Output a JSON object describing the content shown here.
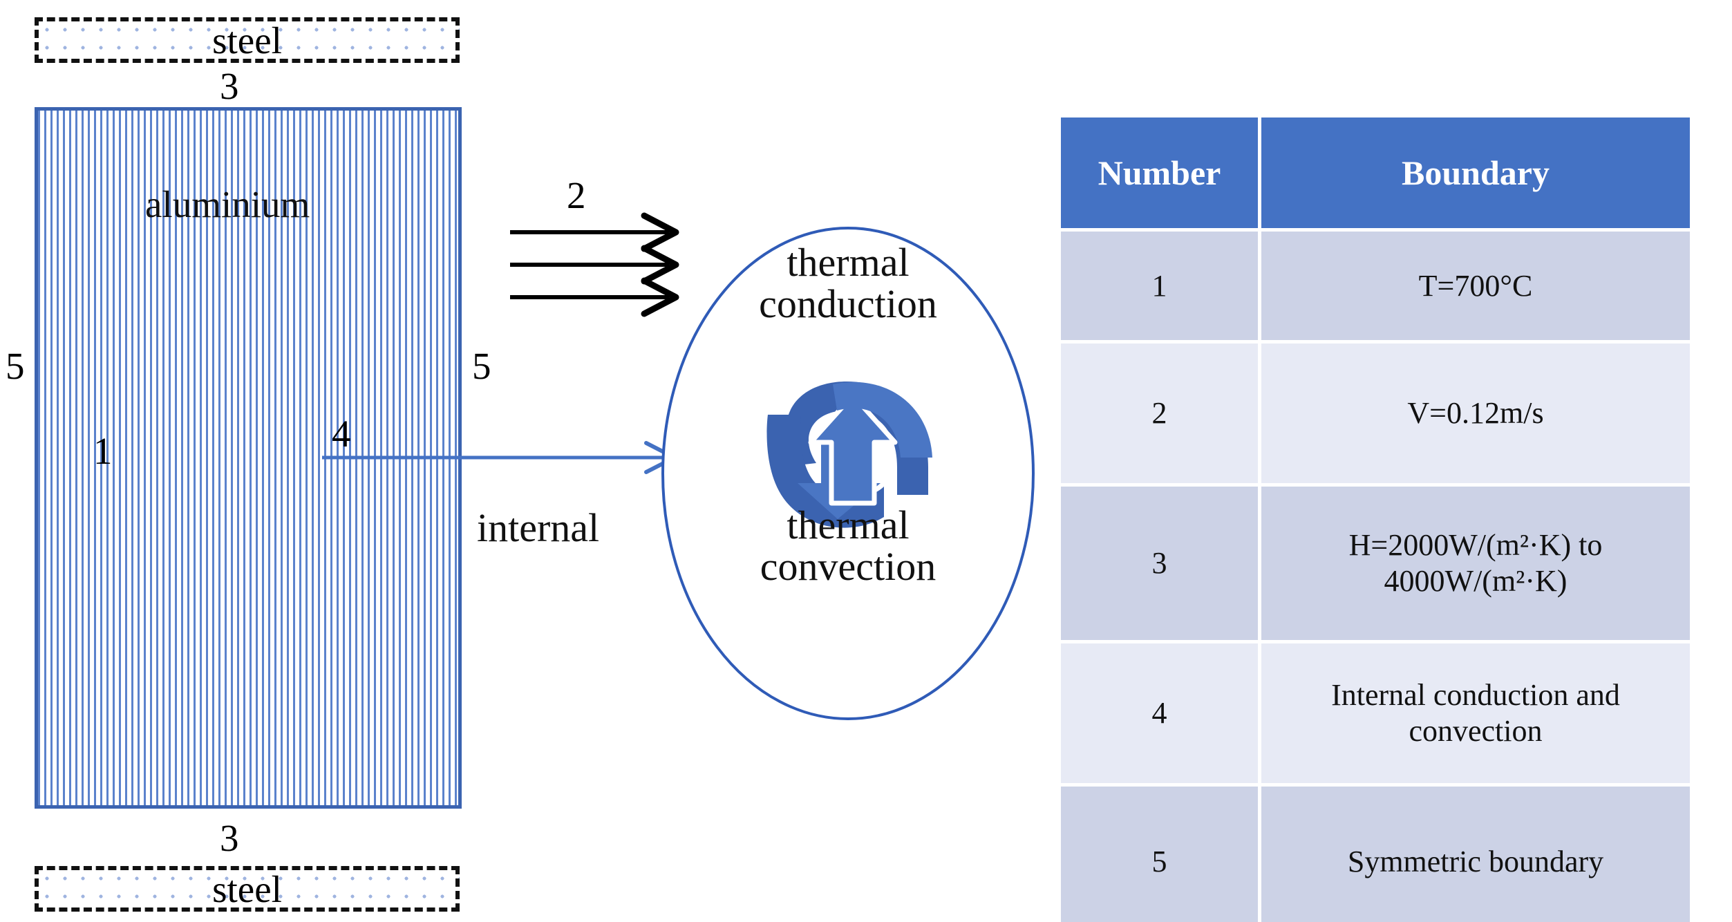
{
  "diagram": {
    "top_material_label": "steel",
    "bottom_material_label": "steel",
    "core_material_label": "aluminium",
    "top_boundary_number": "3",
    "bottom_boundary_number": "3",
    "left_boundary_number": "5",
    "right_boundary_number": "5",
    "core_boundary_number": "1",
    "flow_boundary_number": "2",
    "internal_boundary_number": "4",
    "internal_label": "internal",
    "bubble_line1": "thermal",
    "bubble_line2": "conduction",
    "bubble_line3": "thermal",
    "bubble_line4": "convection",
    "cycle_icon_name": "thermal-exchange-cycle-icon"
  },
  "colors": {
    "header_blue": "#4472C4",
    "row_dark": "#CCD2E6",
    "row_light": "#E7EAF5",
    "hatch_blue": "#5B82CC",
    "outline_blue": "#3B63B0",
    "arrow_black": "#000000",
    "icon_blue": "#3B63B0"
  },
  "table": {
    "columns": [
      "Number",
      "Boundary"
    ],
    "rows": [
      {
        "number": "1",
        "boundary": "T=700°C"
      },
      {
        "number": "2",
        "boundary": "V=0.12m/s"
      },
      {
        "number": "3",
        "boundary": "H=2000W/(m²·K) to 4000W/(m²·K)"
      },
      {
        "number": "4",
        "boundary": "Internal conduction and convection"
      },
      {
        "number": "5",
        "boundary": "Symmetric boundary"
      }
    ]
  }
}
